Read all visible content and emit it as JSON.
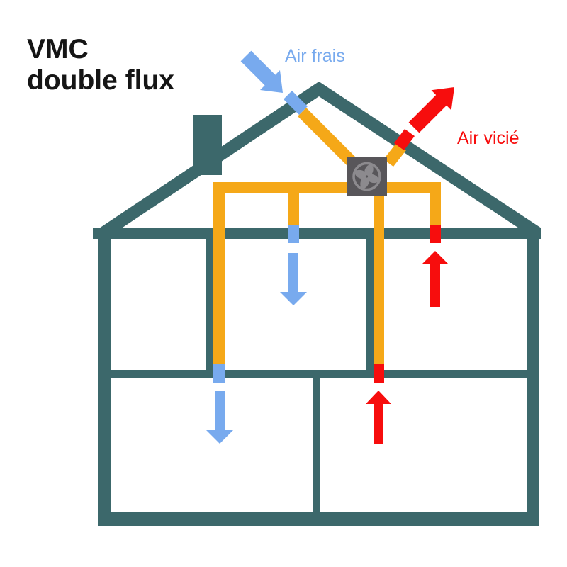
{
  "diagram": {
    "title_line1": "VMC",
    "title_line2": "double flux",
    "fresh_air_label": "Air frais",
    "stale_air_label": "Air vicié"
  },
  "colors": {
    "structure": "#3C686B",
    "duct": "#F5A818",
    "fresh": "#78AAEE",
    "stale": "#F70D0D",
    "fan_box": "#58565A",
    "fan_icon": "#8C8A8E",
    "title_text": "#151515",
    "background": "#FFFFFF"
  }
}
